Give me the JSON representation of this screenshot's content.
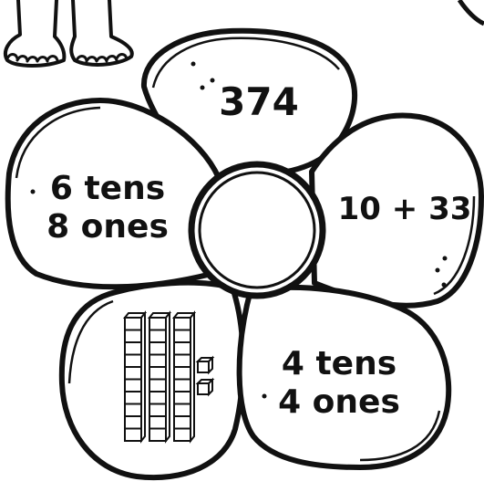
{
  "worksheet": {
    "petals": {
      "top": {
        "text": "374"
      },
      "left": {
        "line1": "6 tens",
        "line2": "8 ones"
      },
      "right": {
        "text": "10 + 33"
      },
      "bottom_right": {
        "line1": "4 tens",
        "line2": "4 ones"
      },
      "bottom_left": {
        "base_ten_blocks": {
          "tens_rods": 3,
          "ones_cubes": 2
        }
      }
    },
    "center": {
      "text": ""
    }
  },
  "colors": {
    "ink": "#111111",
    "paper": "#ffffff"
  }
}
